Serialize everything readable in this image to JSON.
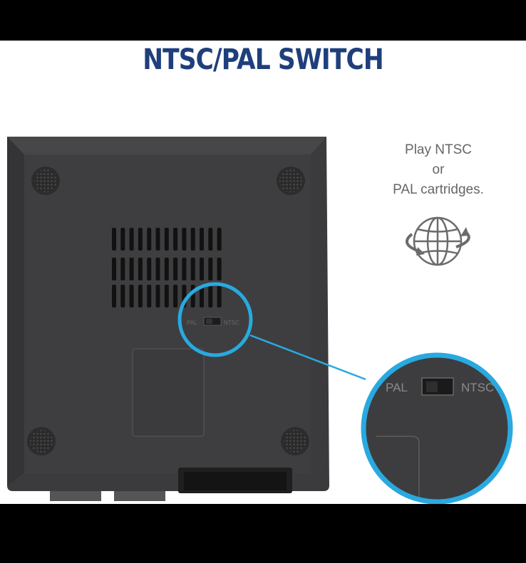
{
  "title": "NTSC/PAL SWITCH",
  "caption": [
    "Play NTSC",
    "or",
    "PAL cartridges."
  ],
  "switch_labels": {
    "left": "PAL",
    "right": "NTSC"
  },
  "icons": [
    "globe-arrows-icon"
  ],
  "colors": {
    "title": "#1f3f7c",
    "callout_ring": "#29a9e0",
    "console": "#3a3a3c",
    "background": "#ffffff",
    "letterbox": "#000000"
  }
}
